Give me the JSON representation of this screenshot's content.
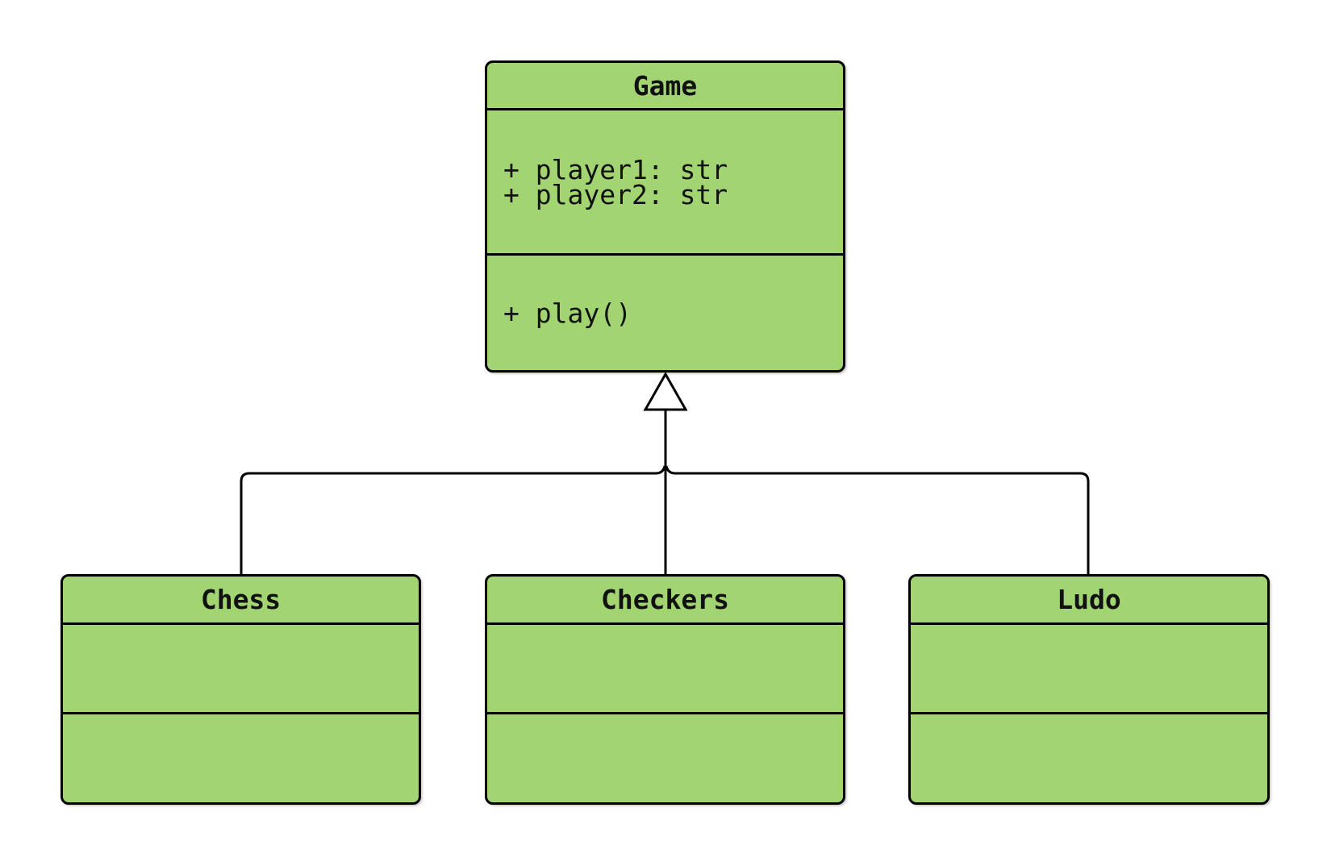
{
  "diagram": {
    "kind": "uml-class-diagram",
    "colors": {
      "background": "#ffffff",
      "node_fill": "#a2d572",
      "node_border": "#000000",
      "edge_color": "#000000",
      "arrowhead_fill": "#ffffff"
    },
    "classes": [
      {
        "name": "Game",
        "attributes": [
          "+ player1: str",
          "+ player2: str"
        ],
        "methods": [
          "+ play()"
        ]
      },
      {
        "name": "Chess",
        "attributes": [],
        "methods": []
      },
      {
        "name": "Checkers",
        "attributes": [],
        "methods": []
      },
      {
        "name": "Ludo",
        "attributes": [],
        "methods": []
      }
    ],
    "relations": [
      {
        "type": "inheritance",
        "from": "Chess",
        "to": "Game"
      },
      {
        "type": "inheritance",
        "from": "Checkers",
        "to": "Game"
      },
      {
        "type": "inheritance",
        "from": "Ludo",
        "to": "Game"
      }
    ]
  }
}
